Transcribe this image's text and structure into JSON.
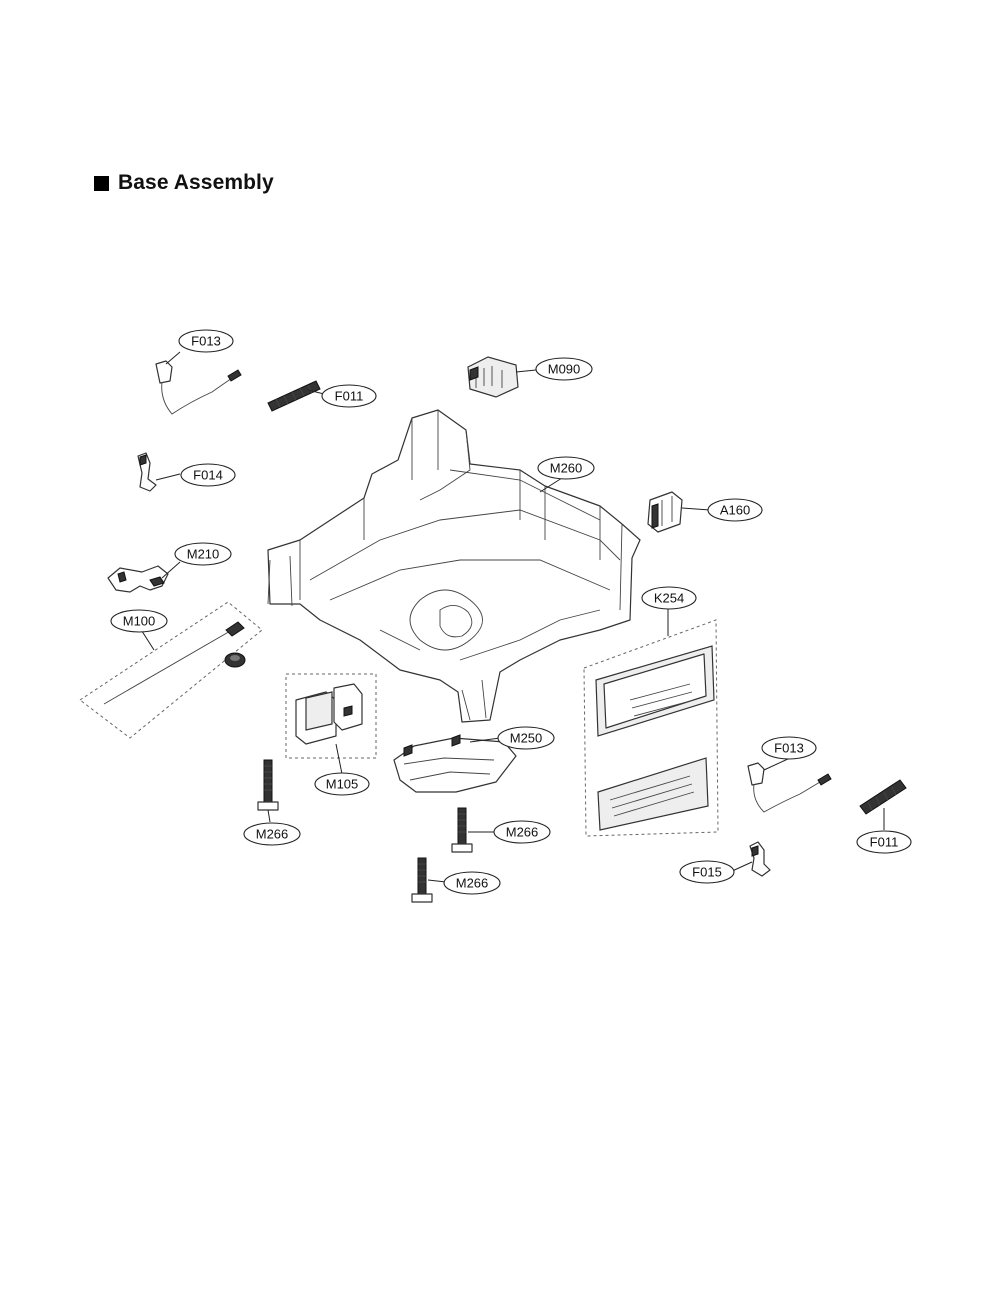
{
  "title": "Base Assembly",
  "callouts": {
    "f013_top": "F013",
    "f011_top": "F011",
    "m090": "M090",
    "f014": "F014",
    "m260": "M260",
    "a160": "A160",
    "m210": "M210",
    "k254": "K254",
    "m100": "M100",
    "m250": "M250",
    "m105": "M105",
    "f013_right": "F013",
    "m266_left": "M266",
    "m266_mid": "M266",
    "f011_right": "F011",
    "m266_bottom": "M266",
    "f015": "F015"
  }
}
